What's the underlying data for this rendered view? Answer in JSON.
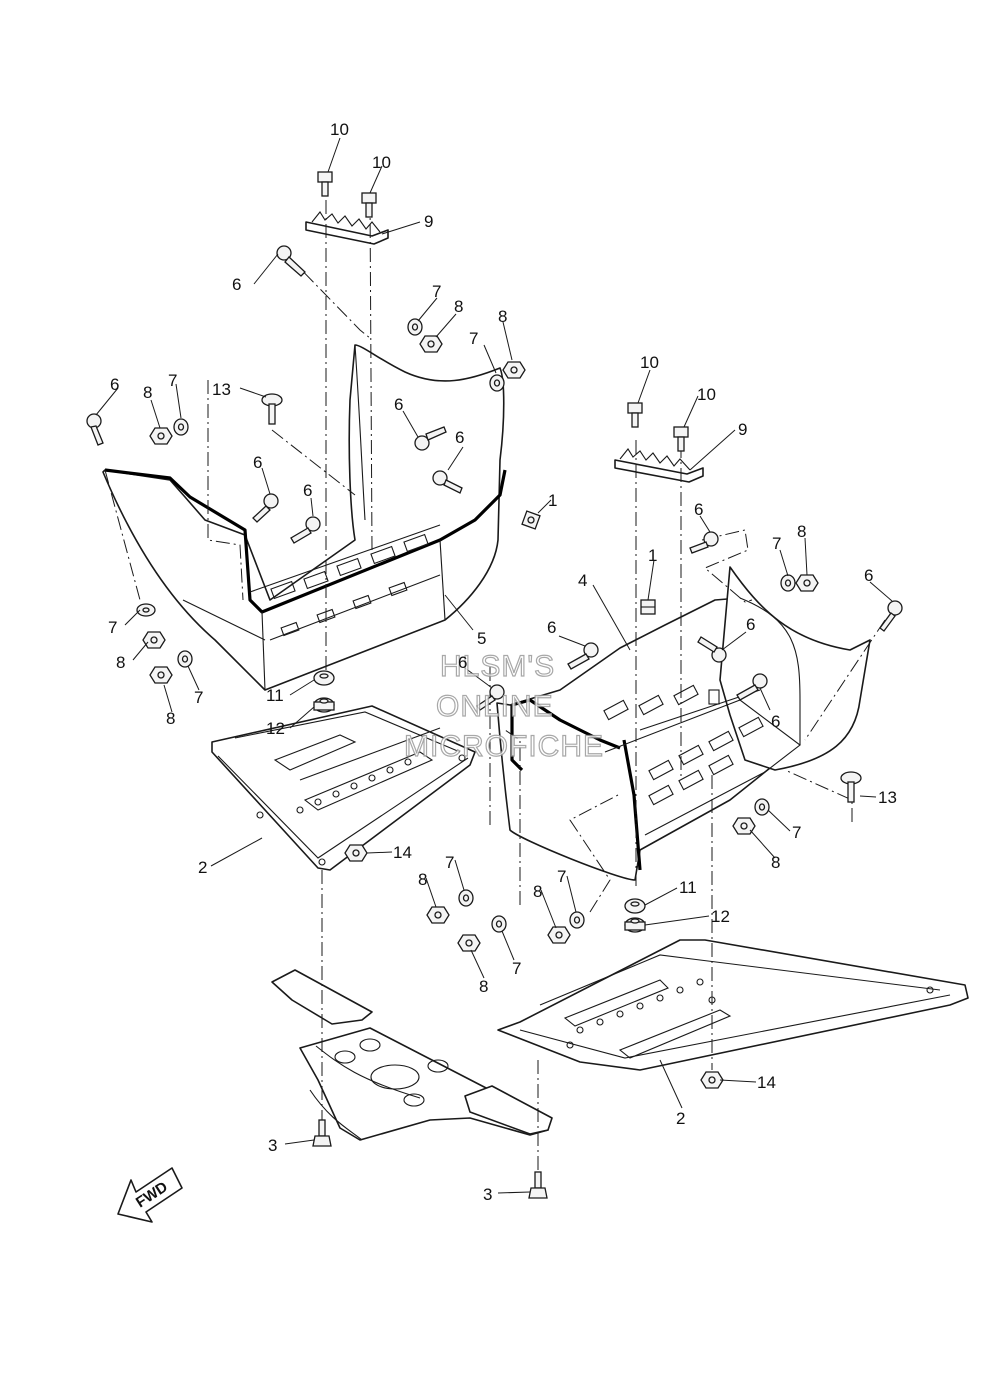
{
  "callouts": {
    "c10a": "10",
    "c10b": "10",
    "c9a": "9",
    "c6a": "6",
    "c7a": "7",
    "c8a": "8",
    "c7b": "7",
    "c8b": "8",
    "c6b": "6",
    "c8c": "8",
    "c7c": "7",
    "c13a": "13",
    "c6c": "6",
    "c6d": "6",
    "c6e": "6",
    "c6f": "6",
    "c1a": "1",
    "c7d": "7",
    "c8d": "8",
    "c7e": "7",
    "c8e": "8",
    "c5": "5",
    "c11a": "11",
    "c12a": "12",
    "c2a": "2",
    "c14a": "14",
    "c10c": "10",
    "c10d": "10",
    "c9b": "9",
    "c6g": "6",
    "c7f": "7",
    "c8f": "8",
    "c6h": "6",
    "c1b": "1",
    "c4": "4",
    "c6i": "6",
    "c6j": "6",
    "c6k": "6",
    "c6l": "6",
    "c13b": "13",
    "c7g": "7",
    "c8g": "8",
    "c7h": "7",
    "c8h": "8",
    "c7i": "7",
    "c8i": "8",
    "c7j": "7",
    "c8j": "8",
    "c11b": "11",
    "c12b": "12",
    "c14b": "14",
    "c2b": "2",
    "c3a": "3",
    "c3b": "3"
  },
  "watermark": {
    "line1": "HLSM'S",
    "line2": "ONLINE",
    "line3": "MICROFICHE"
  },
  "fwd_label": "FWD"
}
